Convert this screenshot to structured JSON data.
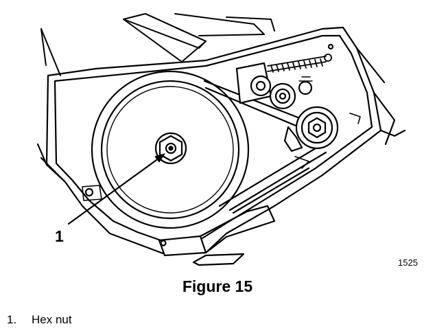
{
  "figure": {
    "callout_number": "1",
    "figure_id": "1525",
    "caption": "Figure 15"
  },
  "legend": [
    {
      "number": "1.",
      "label": "Hex nut"
    }
  ]
}
